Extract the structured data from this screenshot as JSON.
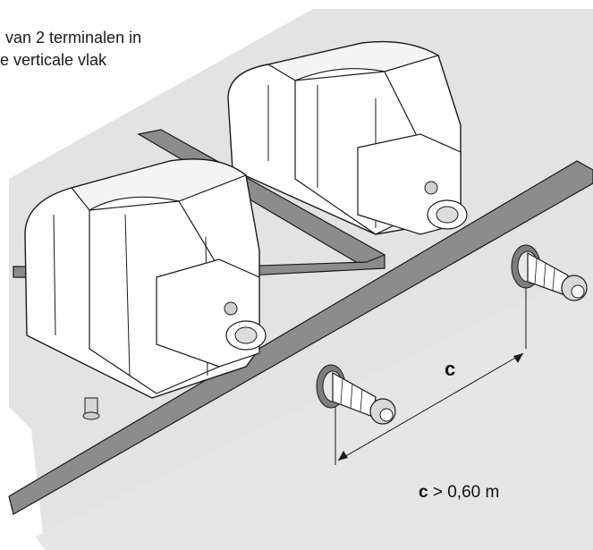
{
  "caption": {
    "line1": "van 2 terminalen in",
    "line2": "e verticale vlak"
  },
  "dimension": {
    "label": "c"
  },
  "formula": {
    "symbol": "c",
    "relation": "> 0,60 m"
  },
  "colors": {
    "wall": "#e3e3e3",
    "floor_beam": "#8a8a8a",
    "outline": "#1a1a1a",
    "unit_body": "#ffffff",
    "seal_ring": "#7d7d7d"
  },
  "icons": {
    "unit": "boiler-unit-icon",
    "terminal": "flue-terminal-icon"
  }
}
